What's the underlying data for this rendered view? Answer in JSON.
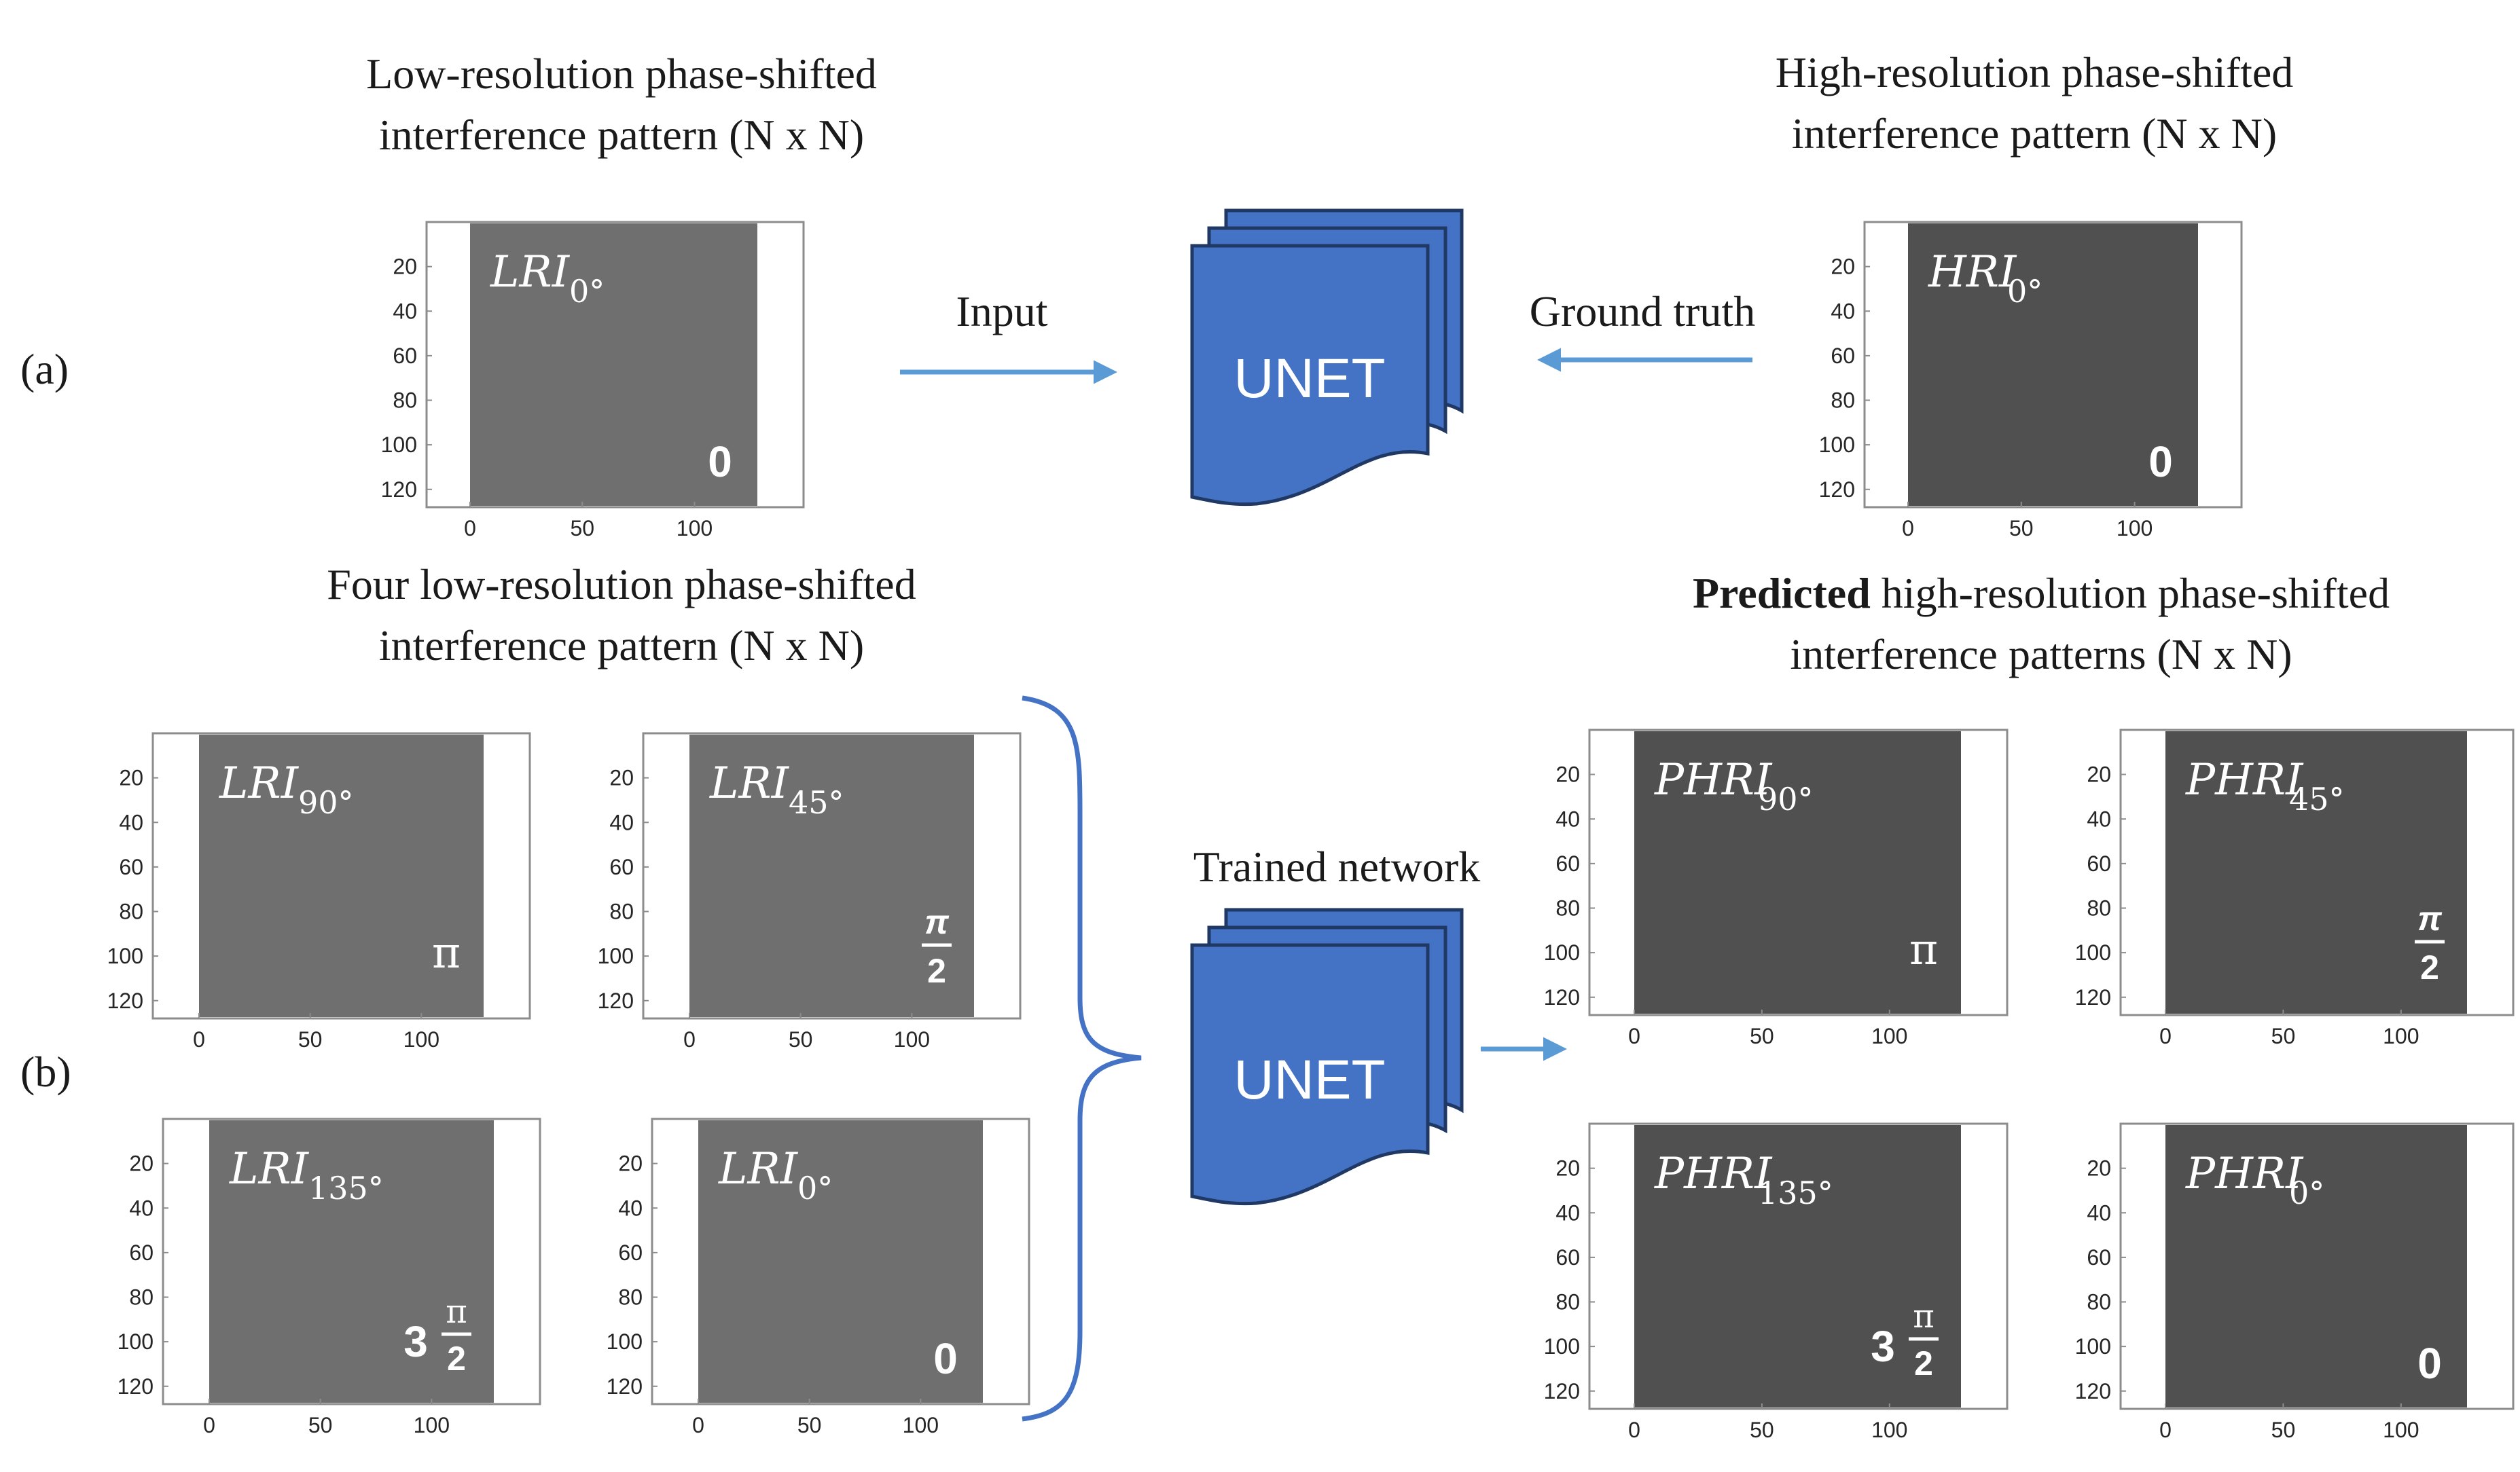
{
  "panel_labels": {
    "a": "(a)",
    "b": "(b)"
  },
  "headings": {
    "lr_line1": "Low-resolution phase-shifted",
    "lr_line2": "interference pattern (N x N)",
    "hr_line1": "High-resolution phase-shifted",
    "hr_line2": "interference pattern (N x N)",
    "four_line1": "Four low-resolution phase-shifted",
    "four_line2": "interference pattern (N x N)",
    "pred_bold": "Predicted",
    "pred_rest": " high-resolution phase-shifted",
    "pred_line2": "interference patterns (N x N)"
  },
  "arrows": {
    "input": "Input",
    "ground_truth": "Ground truth",
    "trained": "Trained network"
  },
  "network": {
    "label": "UNET",
    "color": "#4472c4"
  },
  "axes": {
    "y_ticks": [
      "20",
      "40",
      "60",
      "80",
      "100",
      "120"
    ],
    "x_ticks": [
      "0",
      "50",
      "100"
    ]
  },
  "plots": {
    "a_lr": {
      "name": "LRI",
      "sub": "0°"
    },
    "a_hr": {
      "name": "HRI",
      "sub": "0°"
    },
    "b_lr90": {
      "name": "LRI",
      "sub": "90°"
    },
    "b_lr45": {
      "name": "LRI",
      "sub": "45°"
    },
    "b_lr135": {
      "name": "LRI",
      "sub": "135°"
    },
    "b_lr0": {
      "name": "LRI",
      "sub": "0°"
    },
    "b_ph90": {
      "name": "PHRI",
      "sub": "90°"
    },
    "b_ph45": {
      "name": "PHRI",
      "sub": "45°"
    },
    "b_ph135": {
      "name": "PHRI",
      "sub": "135°"
    },
    "b_ph0": {
      "name": "PHRI",
      "sub": "0°"
    }
  },
  "phase_marks": {
    "zero": "0",
    "pi": "π",
    "three": "3",
    "two": "2"
  },
  "colors": {
    "arrow": "#5b9bd5",
    "brace": "#4472c4",
    "image_bg": "#3a3a3a"
  }
}
